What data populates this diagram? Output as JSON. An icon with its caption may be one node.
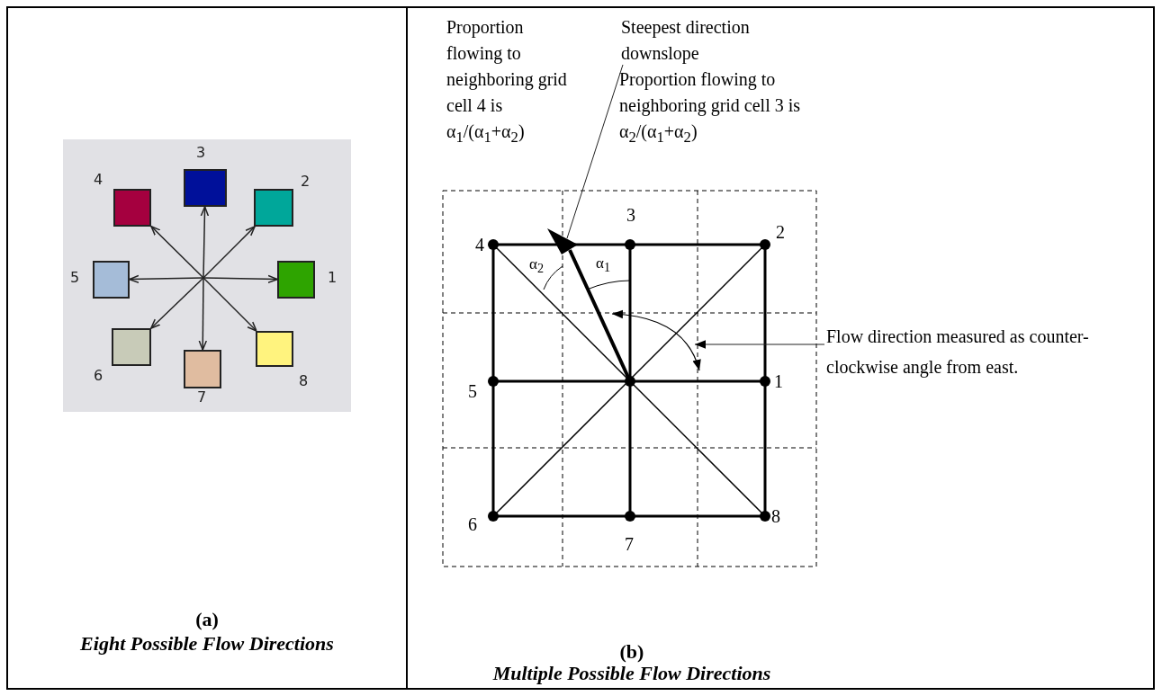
{
  "diagram": {
    "nodes": [
      {
        "text": [],
        "shape": "box",
        "beside": [
          "4"
        ]
      },
      {
        "text": [],
        "shape": "box",
        "beside": [
          "3"
        ]
      },
      {
        "text": [],
        "shape": "box",
        "beside": [
          "2"
        ]
      },
      {
        "text": [],
        "shape": "box",
        "beside": [
          "5"
        ]
      },
      {
        "text": [],
        "shape": "box",
        "beside": [
          "1"
        ]
      },
      {
        "text": [],
        "shape": "box",
        "beside": [
          "6"
        ]
      },
      {
        "text": [],
        "shape": "box",
        "beside": [
          "7"
        ]
      },
      {
        "text": [],
        "shape": "box",
        "beside": [
          "8"
        ]
      },
      {
        "text": [
          "Steepest direction downslope"
        ]
      },
      {
        "text": [
          "Flow direction measured as counter-clockwise angle from east."
        ]
      }
    ],
    "edges": [
      {
        "from": null,
        "to": 0,
        "arrow": "to"
      },
      {
        "from": null,
        "to": 1,
        "arrow": "to"
      },
      {
        "from": null,
        "to": 2,
        "arrow": "to"
      },
      {
        "from": null,
        "to": 3,
        "arrow": "to"
      },
      {
        "from": null,
        "to": 4,
        "arrow": "to"
      },
      {
        "from": null,
        "to": 5,
        "arrow": "to"
      },
      {
        "from": null,
        "to": 6,
        "arrow": "to"
      },
      {
        "from": null,
        "to": 7,
        "arrow": "to"
      },
      {
        "from": 8,
        "to": null,
        "arrow": "none"
      },
      {
        "from": 9,
        "to": null,
        "arrow": "to"
      }
    ],
    "labels": [
      "(a)",
      "Eight Possible Flow Directions",
      "Proportion flowing to neighboring grid cell 4 is α$_{1}$/(α$_{1}$+α$_{2}$)",
      "Proportion flowing to neighboring grid cell 3 is α$_{2}$/(α$_{1}$+α$_{2}$)",
      "3",
      "2",
      "4",
      "α$_{2}$",
      "α$_{1}$",
      "5",
      "1",
      "6",
      "8",
      "7",
      "(b)",
      "Multiple Possible Flow Directions"
    ]
  }
}
